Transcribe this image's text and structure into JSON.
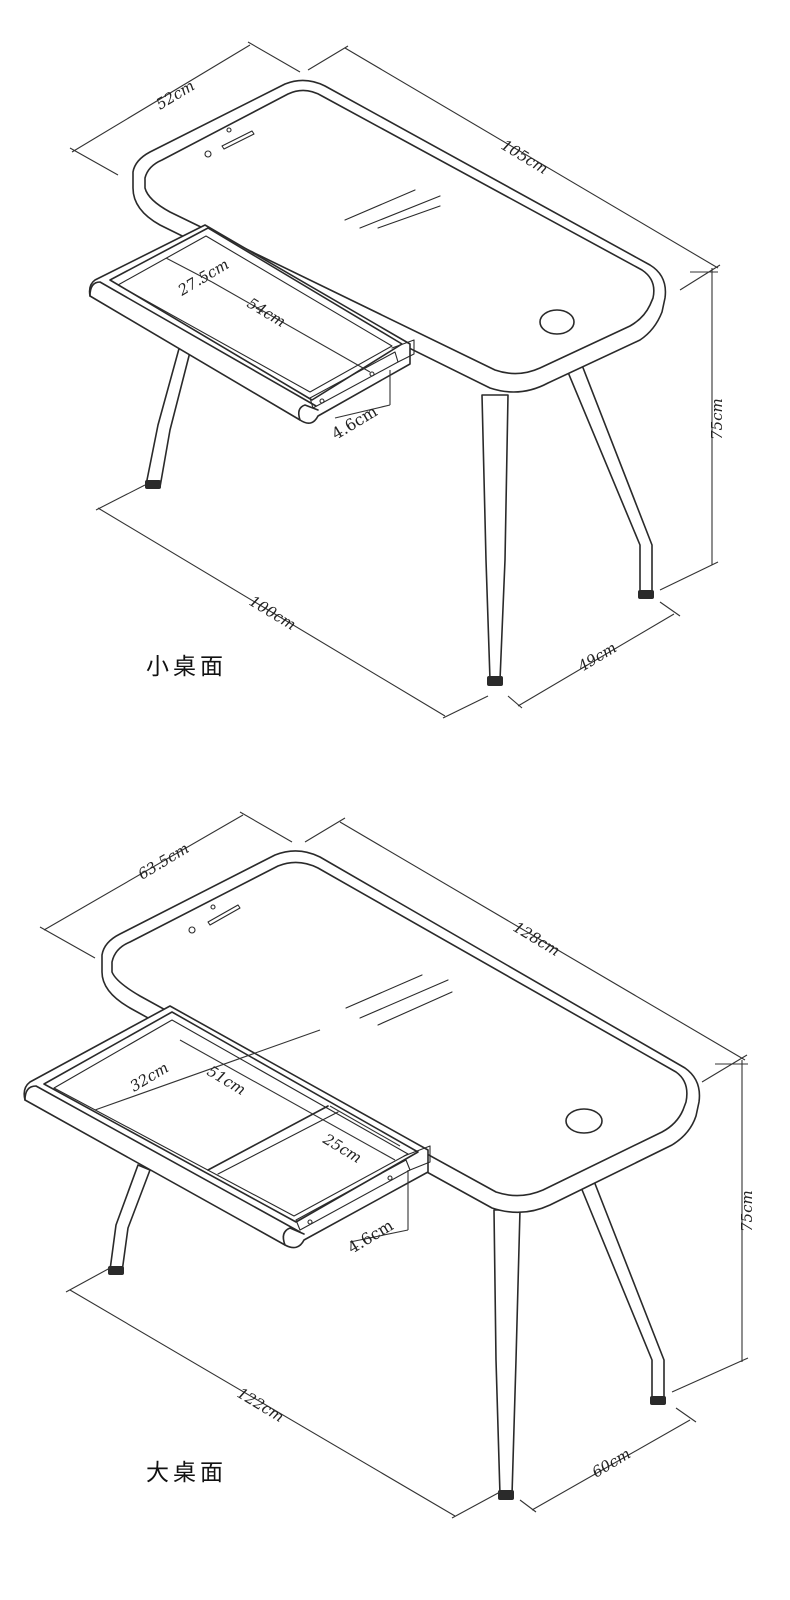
{
  "small_desk": {
    "caption": "小桌面",
    "depth": "52cm",
    "length": "105cm",
    "height": "75cm",
    "base_length": "100cm",
    "base_depth": "49cm",
    "drawer_depth": "27.5cm",
    "drawer_width": "54cm",
    "drawer_height": "4.6cm"
  },
  "large_desk": {
    "caption": "大桌面",
    "depth": "63.5cm",
    "length": "128cm",
    "height": "75cm",
    "base_length": "122cm",
    "base_depth": "60cm",
    "drawer_depth": "32cm",
    "drawer_width": "51cm",
    "drawer_section": "25cm",
    "drawer_height": "4.6cm"
  }
}
